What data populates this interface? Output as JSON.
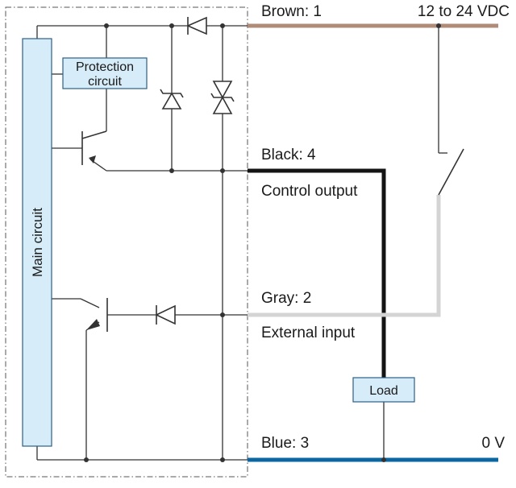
{
  "terminals": {
    "brown": {
      "name": "Brown:",
      "number": "1"
    },
    "black": {
      "name": "Black:",
      "number": "4"
    },
    "gray": {
      "name": "Gray:",
      "number": "2"
    },
    "blue": {
      "name": "Blue:",
      "number": "3"
    }
  },
  "supply": {
    "positive": "12 to 24 VDC",
    "negative": "0 V"
  },
  "functions": {
    "control_output": "Control output",
    "external_input": "External input"
  },
  "blocks": {
    "main_circuit": "Main circuit",
    "protection_line1": "Protection",
    "protection_line2": "circuit",
    "load": "Load"
  },
  "colors": {
    "brown_wire": "#b08b78",
    "black_wire": "#141414",
    "gray_wire": "#d4d4d4",
    "blue_wire": "#0a67a2",
    "block_fill": "#d6ecf8",
    "block_stroke": "#2c5f86"
  }
}
